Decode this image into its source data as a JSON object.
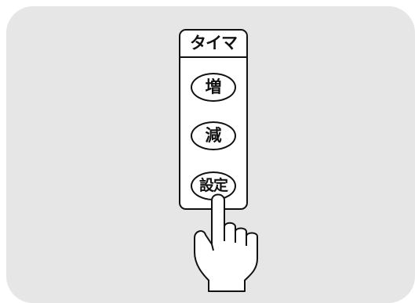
{
  "timer_panel": {
    "title": "タイマ",
    "buttons": [
      {
        "label": "増"
      },
      {
        "label": "減"
      },
      {
        "label": "設定"
      }
    ]
  },
  "illustration": {
    "hand_icon": "pointing-hand-icon"
  }
}
